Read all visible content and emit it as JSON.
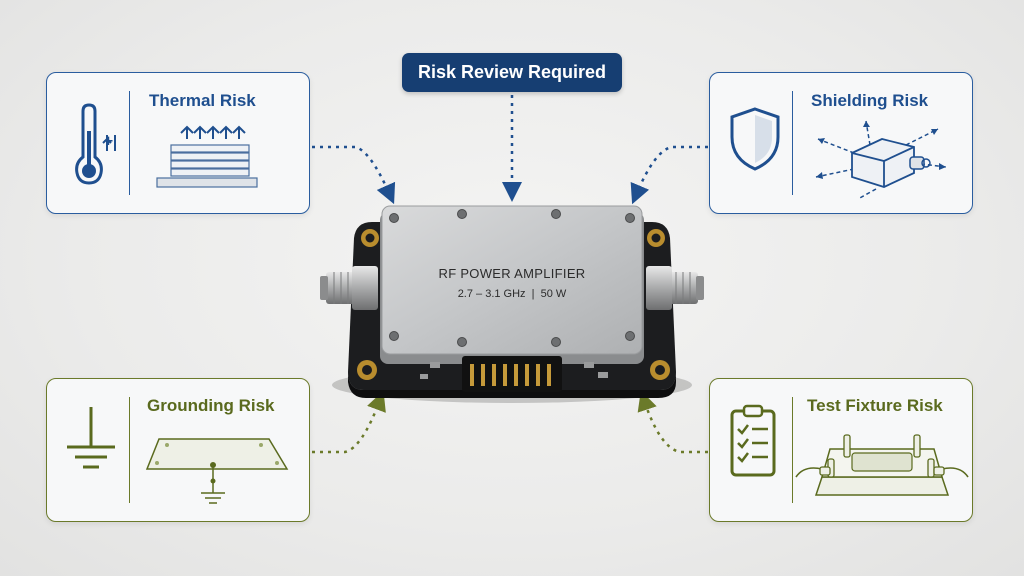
{
  "banner": {
    "label": "Risk Review Required"
  },
  "device": {
    "name": "RF POWER AMPLIFIER",
    "spec": "2.7 – 3.1 GHz  |  50 W"
  },
  "cards": {
    "thermal": {
      "title": "Thermal Risk"
    },
    "shielding": {
      "title": "Shielding Risk"
    },
    "grounding": {
      "title": "Grounding Risk"
    },
    "test_fixture": {
      "title": "Test Fixture Risk"
    }
  },
  "colors": {
    "blue_accent": "#1f4f8f",
    "green_accent": "#5a6a1e",
    "banner_bg": "#163e72"
  },
  "icons": {
    "thermal": [
      "thermometer-icon",
      "heat-sink-icon"
    ],
    "shielding": [
      "shield-icon",
      "emission-box-icon"
    ],
    "grounding": [
      "ground-symbol-icon",
      "ground-plane-icon"
    ],
    "test_fixture": [
      "checklist-icon",
      "test-fixture-icon"
    ]
  }
}
